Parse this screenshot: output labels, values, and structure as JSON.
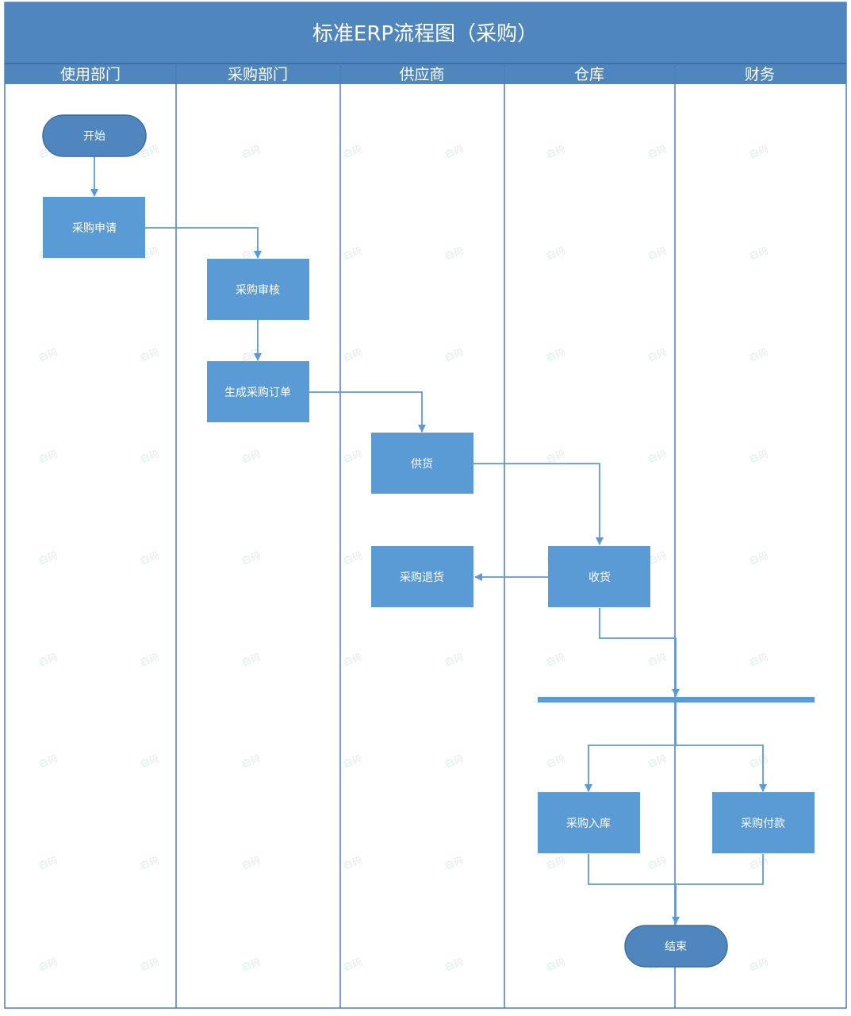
{
  "title": "标准ERP流程图（采购）",
  "lanes": [
    "使用部门",
    "采购部门",
    "供应商",
    "仓库",
    "财务"
  ],
  "nodes": {
    "start": "开始",
    "purchase_request": "采购申请",
    "purchase_review": "采购审核",
    "generate_order": "生成采购订单",
    "supply": "供货",
    "purchase_return": "采购退货",
    "receive": "收货",
    "stock_in": "采购入库",
    "payment": "采购付款",
    "end": "结束"
  },
  "watermark": "白码",
  "colors": {
    "header": "#4f86bd",
    "node": "#5b9bd5",
    "line": "#5b9bd5",
    "border": "#4a7ebb"
  }
}
